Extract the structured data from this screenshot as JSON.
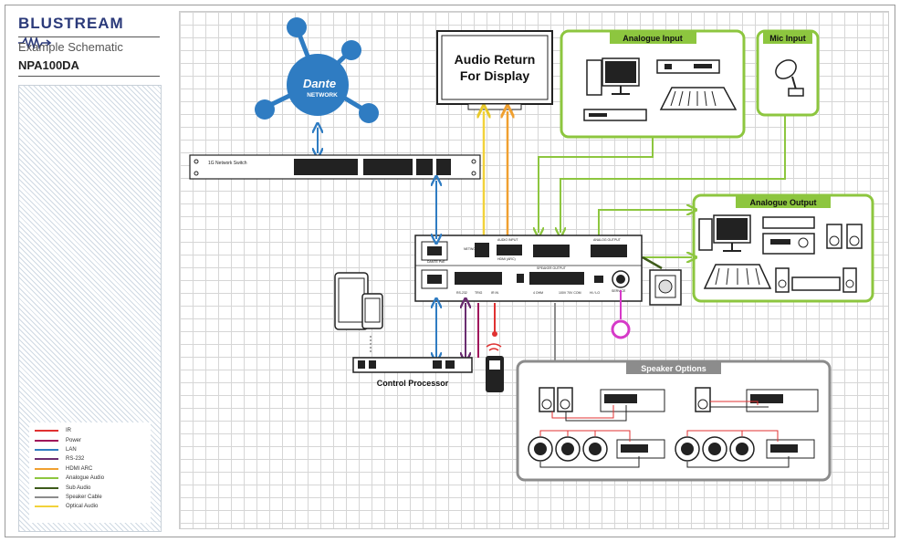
{
  "brand": {
    "name": "BLUSTREAM"
  },
  "header": {
    "subtitle": "Example Schematic",
    "model": "NPA100DA"
  },
  "legend": {
    "items": [
      {
        "label": "IR",
        "color": "#e03131"
      },
      {
        "label": "Power",
        "color": "#a0135b"
      },
      {
        "label": "LAN",
        "color": "#2f7cc2"
      },
      {
        "label": "RS-232",
        "color": "#6a2c70"
      },
      {
        "label": "HDMI ARC",
        "color": "#f0a030"
      },
      {
        "label": "Analogue Audio",
        "color": "#8dc63f"
      },
      {
        "label": "Sub Audio",
        "color": "#3d5a1a"
      },
      {
        "label": "Speaker Cable",
        "color": "#8c8c8c"
      },
      {
        "label": "Optical Audio",
        "color": "#f2d23b"
      }
    ]
  },
  "nodes": {
    "dante": {
      "title": "Dante",
      "subtitle": "NETWORK"
    },
    "switch": {
      "label": "1G Network Switch"
    },
    "display": {
      "title_line1": "Audio Return",
      "title_line2": "For Display"
    },
    "analogue_input": {
      "title": "Analogue Input"
    },
    "mic_input": {
      "title": "Mic Input"
    },
    "analogue_output": {
      "title": "Analogue Output"
    },
    "speaker_options": {
      "title": "Speaker Options"
    },
    "control_processor": {
      "label": "Control Processor"
    }
  },
  "amp_panel": {
    "labels": [
      "DANTE PoE",
      "NETWORK",
      "AUDIO INPUT",
      "HDMI (ARC)",
      "ANALOG OUTPUT",
      "RS-232",
      "TRIG",
      "IR IN",
      "SPEAKER OUTPUT",
      "SERVICE",
      "4 OHM",
      "100V 70V COM",
      "HI / LO"
    ]
  }
}
